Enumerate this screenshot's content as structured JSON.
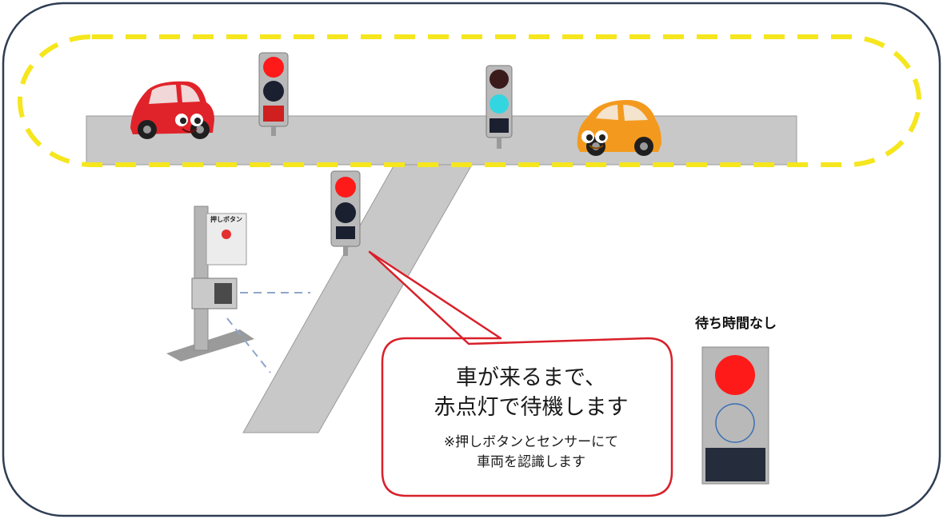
{
  "callout": {
    "main_line1": "車が来るまで、",
    "main_line2": "赤点灯で待機します",
    "sub_line1": "※押しボタンとセンサーにて",
    "sub_line2": "車両を認識します"
  },
  "indicator": {
    "label": "待ち時間なし",
    "red_lamp": "lit",
    "blue_lamp": "off"
  },
  "push_button_sign": "押しボタン",
  "colors": {
    "frame_border": "#2f3d55",
    "highlight_dash": "#f5e61e",
    "road": "#c8c8c8",
    "signal_red": "#ff1a1a",
    "signal_blue": "#33d6e0",
    "callout_border": "#d9202a",
    "car_red": "#e0232a",
    "car_orange": "#f39a1e"
  },
  "icons": [
    "car-red-icon",
    "car-orange-icon",
    "traffic-light-icon",
    "pedestrian-light-icon",
    "push-button-box-icon",
    "sensor-icon"
  ]
}
